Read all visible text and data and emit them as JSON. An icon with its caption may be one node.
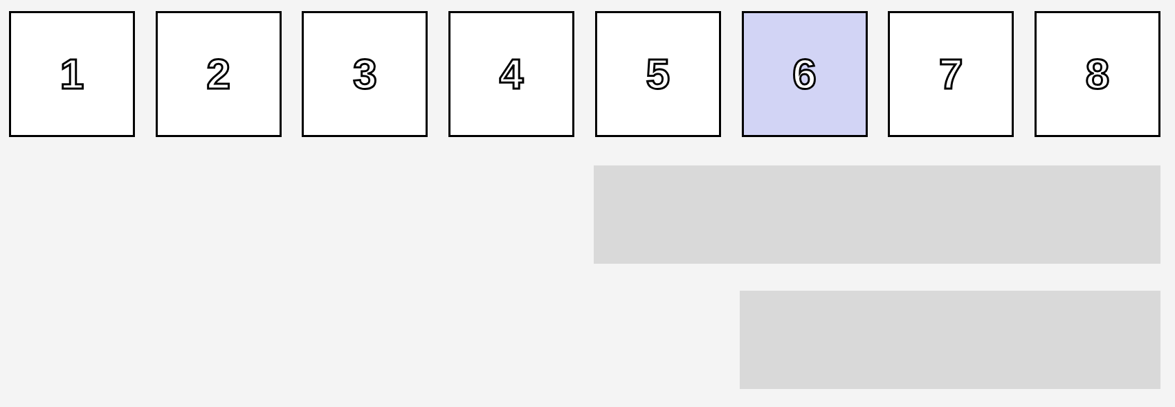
{
  "diagram": {
    "nodes": [
      {
        "text": [
          "1"
        ]
      },
      {
        "text": [
          "2"
        ]
      },
      {
        "text": [
          "3"
        ]
      },
      {
        "text": [
          "4"
        ]
      },
      {
        "text": [
          "5"
        ]
      },
      {
        "text": [
          "6"
        ]
      },
      {
        "text": [
          "7"
        ]
      },
      {
        "text": [
          "8"
        ]
      },
      {
        "text": [],
        "shape": "bar"
      },
      {
        "text": [],
        "shape": "bar"
      }
    ]
  }
}
